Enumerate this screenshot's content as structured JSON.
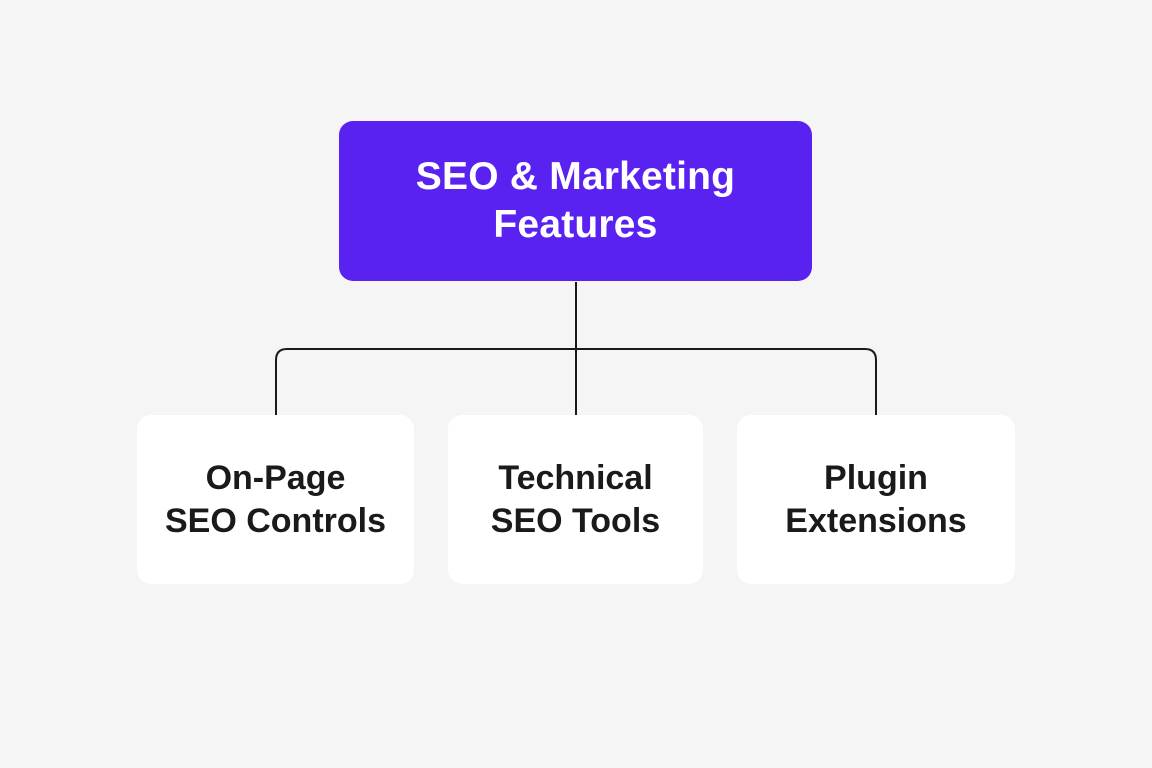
{
  "root": {
    "line1": "SEO & Marketing",
    "line2": "Features"
  },
  "children": [
    {
      "line1": "On-Page",
      "line2": "SEO Controls"
    },
    {
      "line1": "Technical",
      "line2": "SEO Tools"
    },
    {
      "line1": "Plugin",
      "line2": "Extensions"
    }
  ],
  "colors": {
    "background": "#f5f5f5",
    "root_fill": "#5a22f0",
    "root_text": "#ffffff",
    "child_fill": "#ffffff",
    "child_text": "#1a1a1a",
    "connector": "#1a1a1a"
  }
}
